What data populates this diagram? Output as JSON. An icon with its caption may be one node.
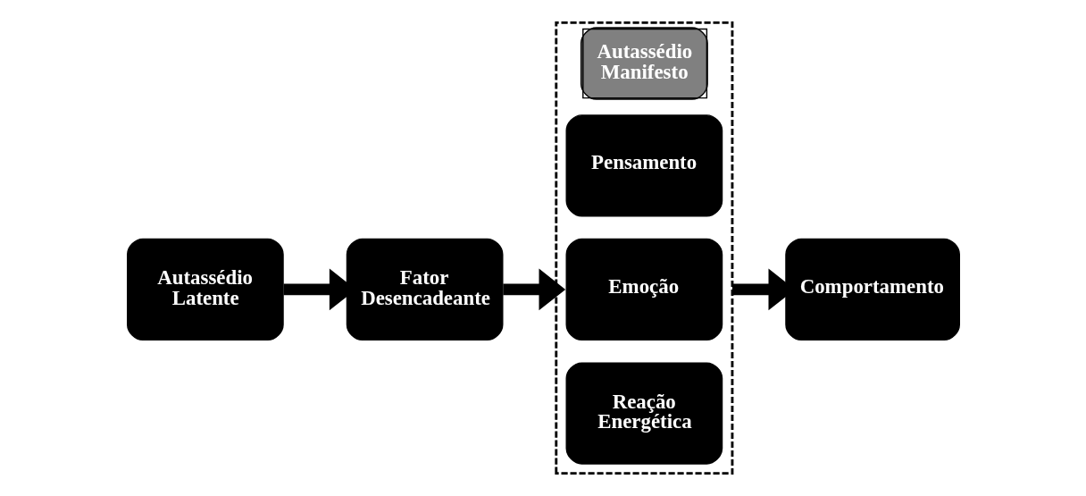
{
  "diagram": {
    "nodes": [
      {
        "text": [
          "Autassédio Latente"
        ]
      },
      {
        "text": [
          "Fator Desencadeante"
        ]
      },
      {
        "text": [
          "Autassédio Manifesto"
        ]
      },
      {
        "text": [
          "Pensamento"
        ],
        "in": 2
      },
      {
        "text": [
          "Emoção"
        ],
        "in": 2
      },
      {
        "text": [
          "Reação Energética"
        ],
        "in": 2
      },
      {
        "text": [
          "Comportamento"
        ]
      }
    ],
    "edges": [
      {
        "from": 0,
        "to": 1,
        "arrow": "to"
      },
      {
        "from": 1,
        "to": 2,
        "arrow": "to"
      },
      {
        "from": 2,
        "to": 6,
        "arrow": "to"
      }
    ]
  }
}
